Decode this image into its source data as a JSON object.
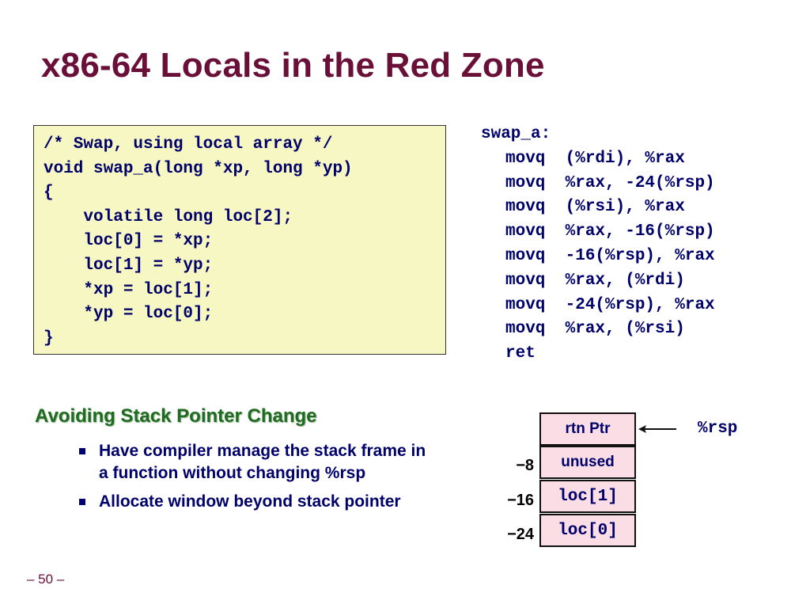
{
  "slide": {
    "title": "x86-64 Locals in the Red Zone",
    "page_number": "– 50 –"
  },
  "c_code": {
    "lines": [
      "/* Swap, using local array */",
      "void swap_a(long *xp, long *yp)",
      "{",
      "    volatile long loc[2];",
      "    loc[0] = *xp;",
      "    loc[1] = *yp;",
      "    *xp = loc[1];",
      "    *yp = loc[0];",
      "}"
    ]
  },
  "assembly": {
    "label": "swap_a:",
    "instructions": [
      "movq  (%rdi), %rax",
      "movq  %rax, -24(%rsp)",
      "movq  (%rsi), %rax",
      "movq  %rax, -16(%rsp)",
      "movq  -16(%rsp), %rax",
      "movq  %rax, (%rdi)",
      "movq  -24(%rsp), %rax",
      "movq  %rax, (%rsi)",
      "ret"
    ]
  },
  "section": {
    "heading": "Avoiding Stack Pointer Change",
    "bullets": [
      "Have compiler manage the stack frame in a function without changing %rsp",
      "Allocate window beyond stack pointer"
    ]
  },
  "stack_diagram": {
    "cells": [
      "rtn Ptr",
      "unused",
      "loc[1]",
      "loc[0]"
    ],
    "offsets": [
      "−8",
      "−16",
      "−24"
    ],
    "pointer_label": "%rsp",
    "colors": {
      "cell_fill": "#fbdde6",
      "cell_border": "#111111"
    }
  },
  "colors": {
    "title": "#6a0f38",
    "code_text": "#00006a",
    "code_box_bg": "#f7f7c3",
    "section_heading": "#1f6b1f"
  }
}
